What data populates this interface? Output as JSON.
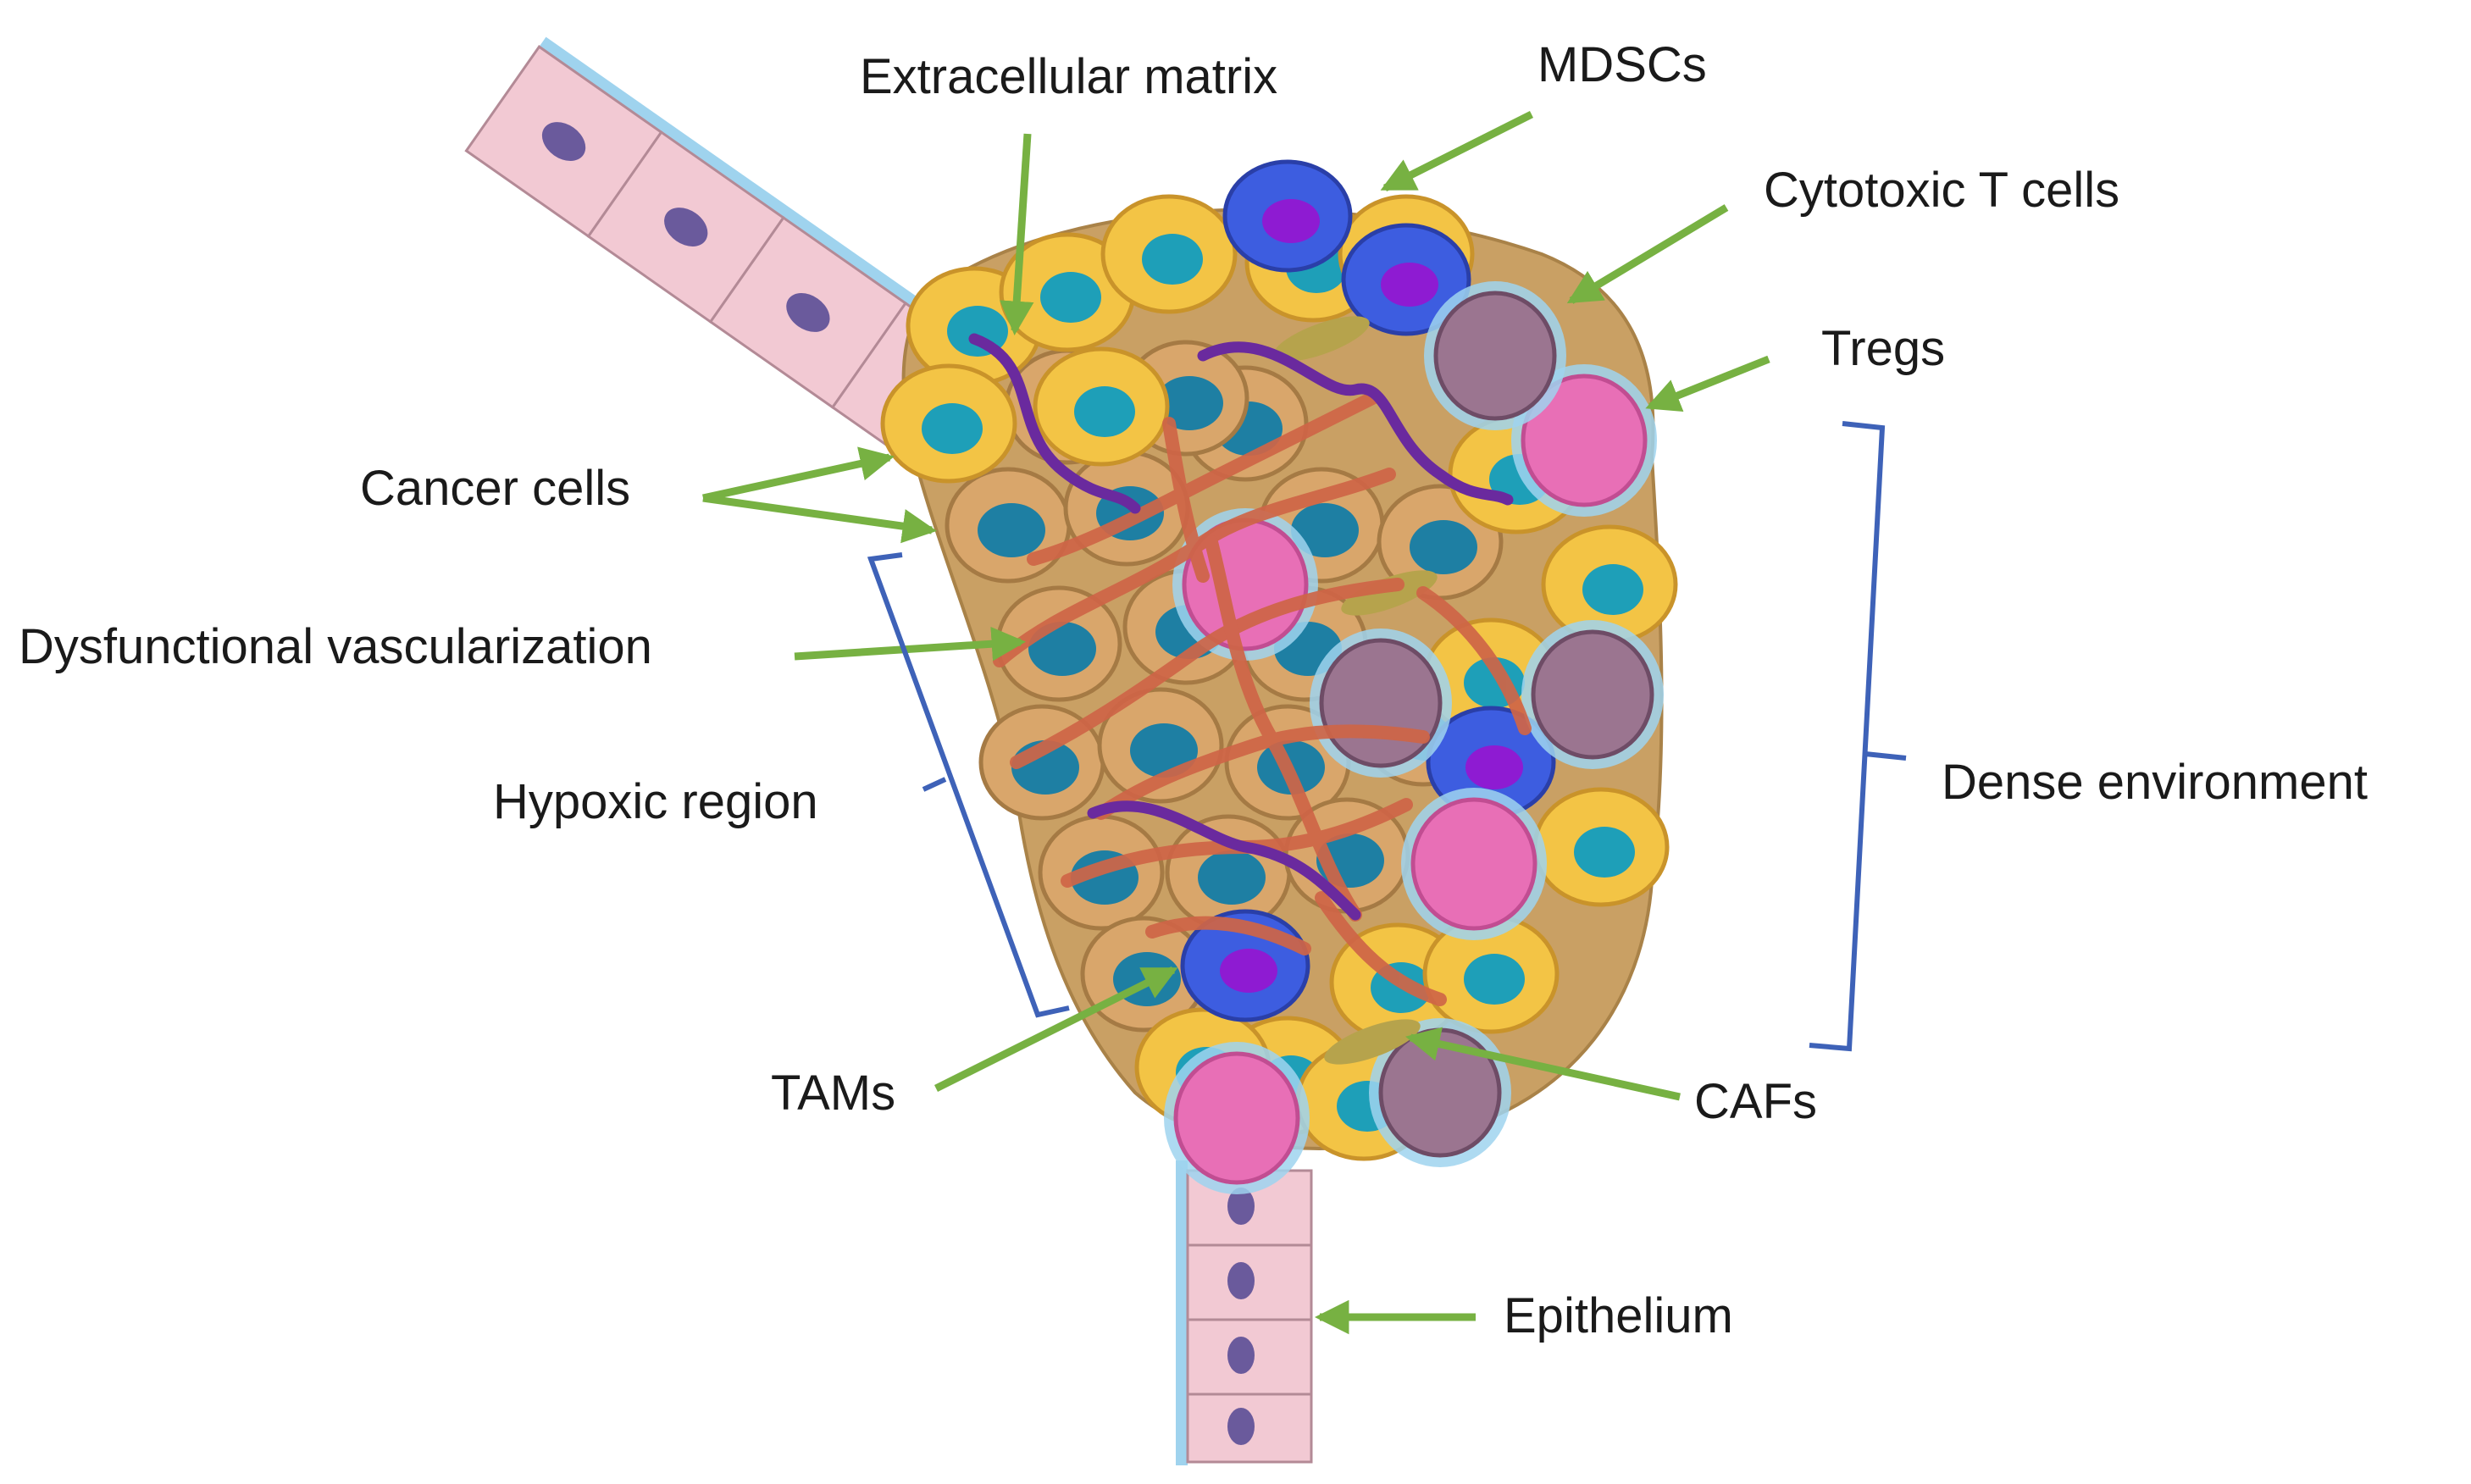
{
  "labels": {
    "extracellular_matrix": "Extracellular matrix",
    "mdscs": "MDSCs",
    "cytotoxic_t_cells": "Cytotoxic T cells",
    "tregs": "Tregs",
    "cancer_cells": "Cancer cells",
    "dysfunctional_vascularization": "Dysfunctional vascularization",
    "hypoxic_region": "Hypoxic region",
    "dense_environment": "Dense environment",
    "tams": "TAMs",
    "cafs": "CAFs",
    "epithelium": "Epithelium"
  },
  "colors": {
    "arrow": "#77b142",
    "bracket": "#3e62b8",
    "cancer_cell_fill": "#f3c445",
    "cancer_nucleus": "#1e9fb8",
    "hypoxic_cell_fill": "#d9a66b",
    "hypoxic_nucleus": "#1e7fa3",
    "vessel": "#cf6547",
    "matrix": "#6a2a9e",
    "mdsc_fill": "#3d5de0",
    "mdsc_nucleus": "#8e1bd2",
    "treg_fill": "#e86fb6",
    "cytotoxic_fill": "#9b7590",
    "cell_halo": "#9fd3ee",
    "caf_fill": "#b6a34c",
    "epithelium_fill": "#f2c9d3",
    "epithelium_nucleus": "#6a5a9c"
  }
}
